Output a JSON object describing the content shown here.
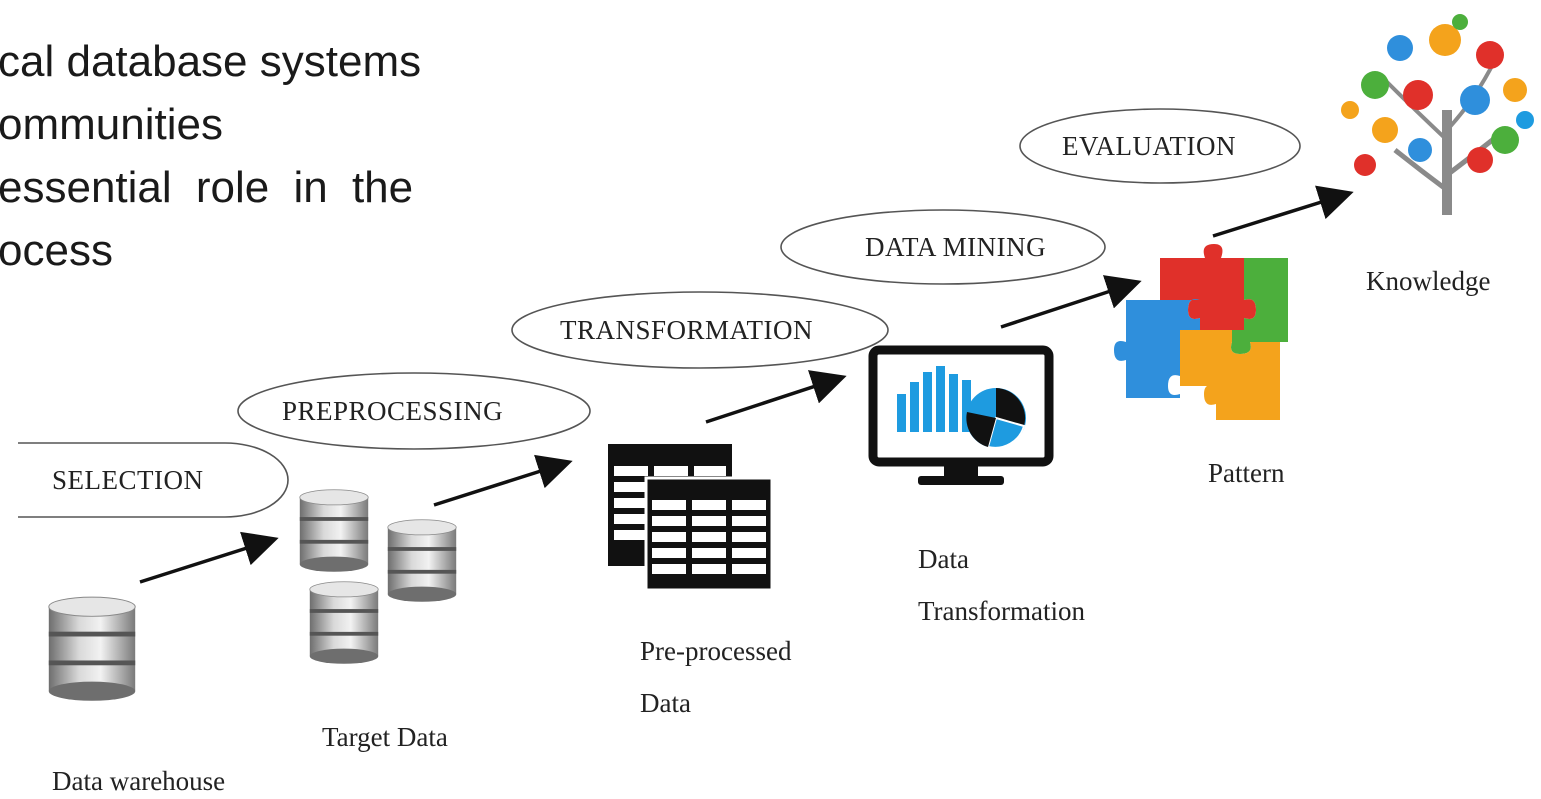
{
  "bullets": [
    "cal database systems",
    "ommunities",
    "essential  role  in  the",
    "ocess"
  ],
  "stages": {
    "selection": "SELECTION",
    "preprocessing": "PREPROCESSING",
    "transformation": "TRANSFORMATION",
    "data_mining": "DATA MINING",
    "evaluation": "EVALUATION"
  },
  "captions": {
    "data_warehouse": "Data warehouse",
    "target_data": "Target Data",
    "preprocessed_line1": "Pre-processed",
    "preprocessed_line2": "Data",
    "transformation_line1": "Data",
    "transformation_line2": "Transformation",
    "pattern": "Pattern",
    "knowledge": "Knowledge"
  },
  "colors": {
    "puzzle_red": "#e0302a",
    "puzzle_green": "#4caf3c",
    "puzzle_blue": "#2f8fdc",
    "puzzle_orange": "#f4a31c",
    "chart_blue": "#1e9be0",
    "cylinder_gray": "#9a9a9a"
  }
}
